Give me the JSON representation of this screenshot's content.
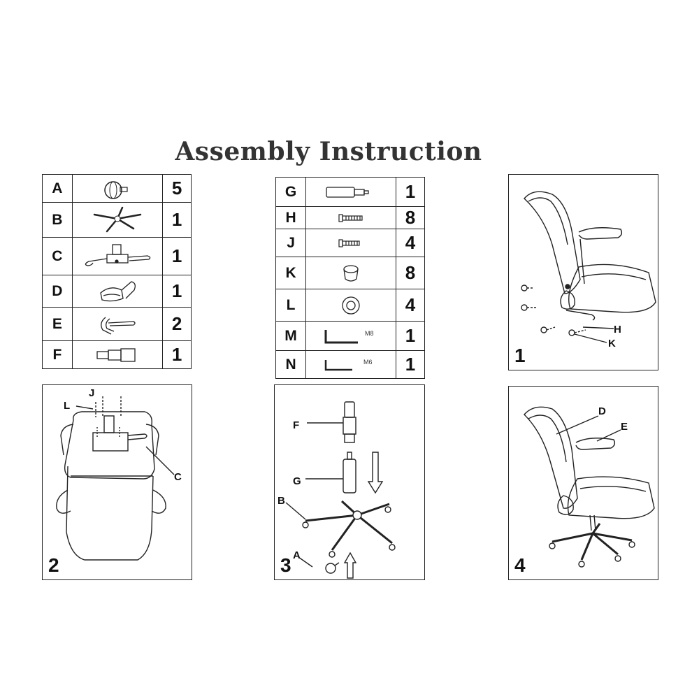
{
  "title": "Assembly Instruction",
  "parts_left": [
    {
      "label": "A",
      "icon": "caster-wheel-icon",
      "qty": "5"
    },
    {
      "label": "B",
      "icon": "star-base-icon",
      "qty": "1"
    },
    {
      "label": "C",
      "icon": "tilt-mechanism-icon",
      "qty": "1"
    },
    {
      "label": "D",
      "icon": "seat-back-icon",
      "qty": "1"
    },
    {
      "label": "E",
      "icon": "armrest-icon",
      "qty": "2"
    },
    {
      "label": "F",
      "icon": "cylinder-cover-icon",
      "qty": "1"
    }
  ],
  "parts_right": [
    {
      "label": "G",
      "icon": "gas-lift-icon",
      "qty": "1"
    },
    {
      "label": "H",
      "icon": "long-bolt-icon",
      "qty": "8"
    },
    {
      "label": "J",
      "icon": "short-bolt-icon",
      "qty": "4"
    },
    {
      "label": "K",
      "icon": "cap-icon",
      "qty": "8"
    },
    {
      "label": "L",
      "icon": "washer-icon",
      "qty": "4"
    },
    {
      "label": "M",
      "icon": "allen-key-m8-icon",
      "qty": "1",
      "note": "M8"
    },
    {
      "label": "N",
      "icon": "allen-key-m6-icon",
      "qty": "1",
      "note": "M6"
    }
  ],
  "steps": [
    {
      "number": "1",
      "labels": [
        "H",
        "K"
      ]
    },
    {
      "number": "2",
      "labels": [
        "L",
        "J",
        "C"
      ]
    },
    {
      "number": "3",
      "labels": [
        "F",
        "G",
        "B",
        "A"
      ]
    },
    {
      "number": "4",
      "labels": [
        "D",
        "E"
      ]
    }
  ]
}
